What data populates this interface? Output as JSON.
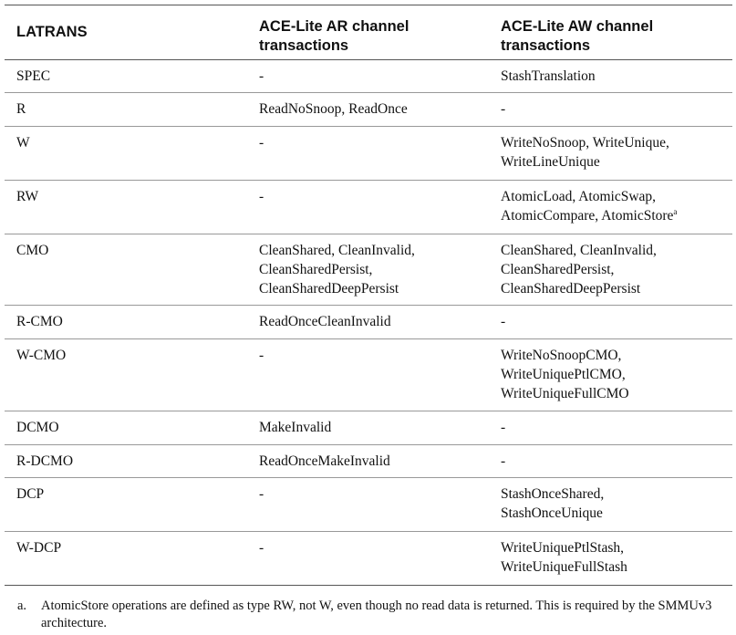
{
  "table": {
    "headers": [
      "LATRANS",
      "ACE-Lite AR channel transactions",
      "ACE-Lite AW channel transactions"
    ],
    "rows": [
      {
        "latrans": "SPEC",
        "ar": [
          "-"
        ],
        "aw": [
          "StashTranslation"
        ]
      },
      {
        "latrans": "R",
        "ar": [
          "ReadNoSnoop, ReadOnce"
        ],
        "aw": [
          "-"
        ]
      },
      {
        "latrans": "W",
        "ar": [
          "-"
        ],
        "aw": [
          "WriteNoSnoop, WriteUnique,",
          "WriteLineUnique"
        ]
      },
      {
        "latrans": "RW",
        "ar": [
          "-"
        ],
        "aw": [
          "AtomicLoad, AtomicSwap,",
          "AtomicCompare, AtomicStore"
        ],
        "aw_footnote": "a"
      },
      {
        "latrans": "CMO",
        "ar": [
          "CleanShared, CleanInvalid,",
          "CleanSharedPersist,",
          "CleanSharedDeepPersist"
        ],
        "aw": [
          "CleanShared, CleanInvalid,",
          "CleanSharedPersist,",
          "CleanSharedDeepPersist"
        ]
      },
      {
        "latrans": "R-CMO",
        "ar": [
          "ReadOnceCleanInvalid"
        ],
        "aw": [
          "-"
        ]
      },
      {
        "latrans": "W-CMO",
        "ar": [
          "-"
        ],
        "aw": [
          "WriteNoSnoopCMO,",
          "WriteUniquePtlCMO,",
          "WriteUniqueFullCMO"
        ]
      },
      {
        "latrans": "DCMO",
        "ar": [
          "MakeInvalid"
        ],
        "aw": [
          "-"
        ]
      },
      {
        "latrans": "R-DCMO",
        "ar": [
          "ReadOnceMakeInvalid"
        ],
        "aw": [
          "-"
        ]
      },
      {
        "latrans": "DCP",
        "ar": [
          "-"
        ],
        "aw": [
          "StashOnceShared,",
          "StashOnceUnique"
        ]
      },
      {
        "latrans": "W-DCP",
        "ar": [
          "-"
        ],
        "aw": [
          "WriteUniquePtlStash,",
          "WriteUniqueFullStash"
        ]
      }
    ]
  },
  "footnote": {
    "mark": "a.",
    "text": "AtomicStore operations are defined as type RW, not W, even though no read data is returned. This is required by the SMMUv3 architecture."
  }
}
